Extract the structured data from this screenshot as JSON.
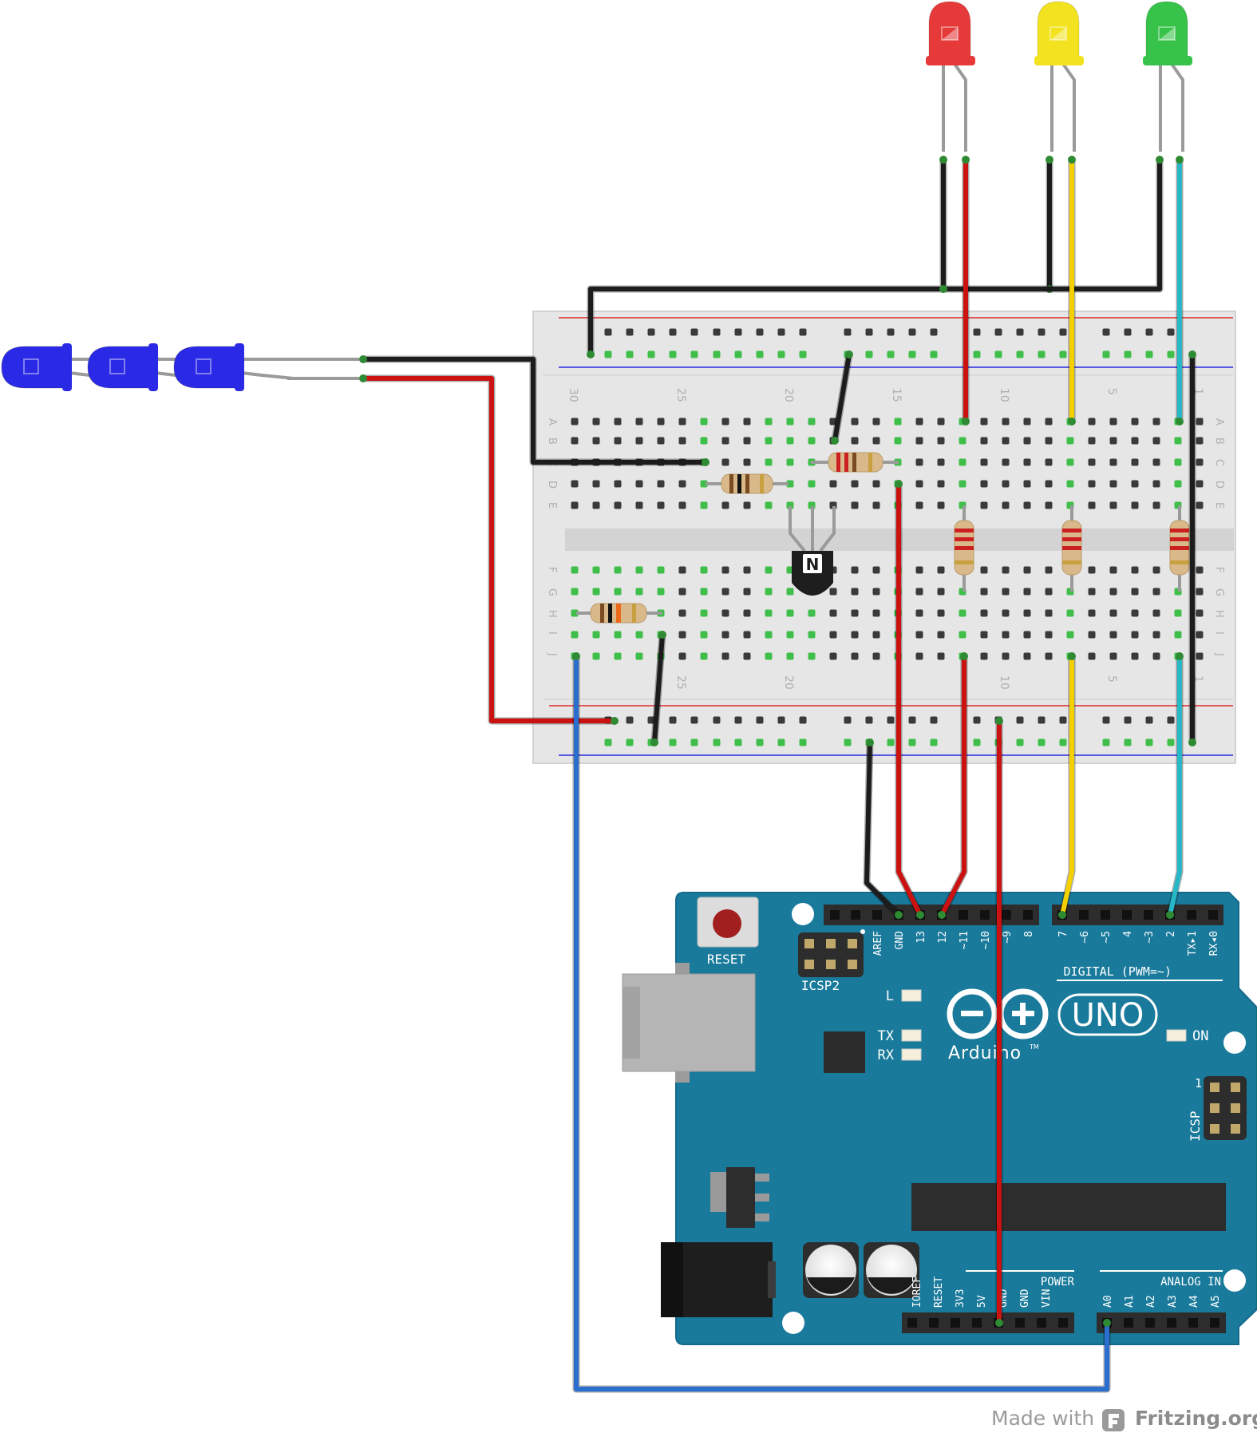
{
  "breadboard": {
    "col_numbers_top": [
      "30",
      "25",
      "20",
      "15",
      "10",
      "5",
      "1"
    ],
    "col_numbers_bottom": [
      "25",
      "20",
      "10",
      "5",
      "1"
    ],
    "row_letters_top": [
      "A",
      "B",
      "C",
      "D",
      "E"
    ],
    "row_letters_bottom": [
      "F",
      "G",
      "H",
      "I",
      "J"
    ],
    "transistor_mark": "N"
  },
  "arduino": {
    "reset_label": "RESET",
    "icsp2_label": "ICSP2",
    "icsp_label": "ICSP",
    "icsp_pin1": "1",
    "led_labels": {
      "l": "L",
      "tx": "TX",
      "rx": "RX",
      "on": "ON"
    },
    "logo_text": "Arduino",
    "logo_tm": "TM",
    "model": "UNO",
    "digital_header_label": "DIGITAL (PWM=~)",
    "digital_pins": [
      "AREF",
      "GND",
      "13",
      "12",
      "~11",
      "~10",
      "~9",
      "8",
      "7",
      "~6",
      "~5",
      "4",
      "~3",
      "2",
      "TX▸1",
      "RX◂0"
    ],
    "power_header_label": "POWER",
    "power_pins": [
      "IOREF",
      "RESET",
      "3V3",
      "5V",
      "GND",
      "GND",
      "VIN"
    ],
    "analog_header_label": "ANALOG IN",
    "analog_pins": [
      "A0",
      "A1",
      "A2",
      "A3",
      "A4",
      "A5"
    ]
  },
  "leds": {
    "top": [
      {
        "color_name": "red",
        "color": "#e63a3a"
      },
      {
        "color_name": "yellow",
        "color": "#f2e21f"
      },
      {
        "color_name": "green",
        "color": "#37c24a"
      }
    ],
    "left_count": 3,
    "left_color": "#2a2ae6"
  },
  "wire_colors": {
    "black": "#1c1c1c",
    "red": "#cc1111",
    "yellow": "#f5d000",
    "cyan": "#27b8c8",
    "blue": "#2a6fd0"
  },
  "watermark": {
    "prefix": "Made with",
    "brand": "Fritzing.org"
  }
}
